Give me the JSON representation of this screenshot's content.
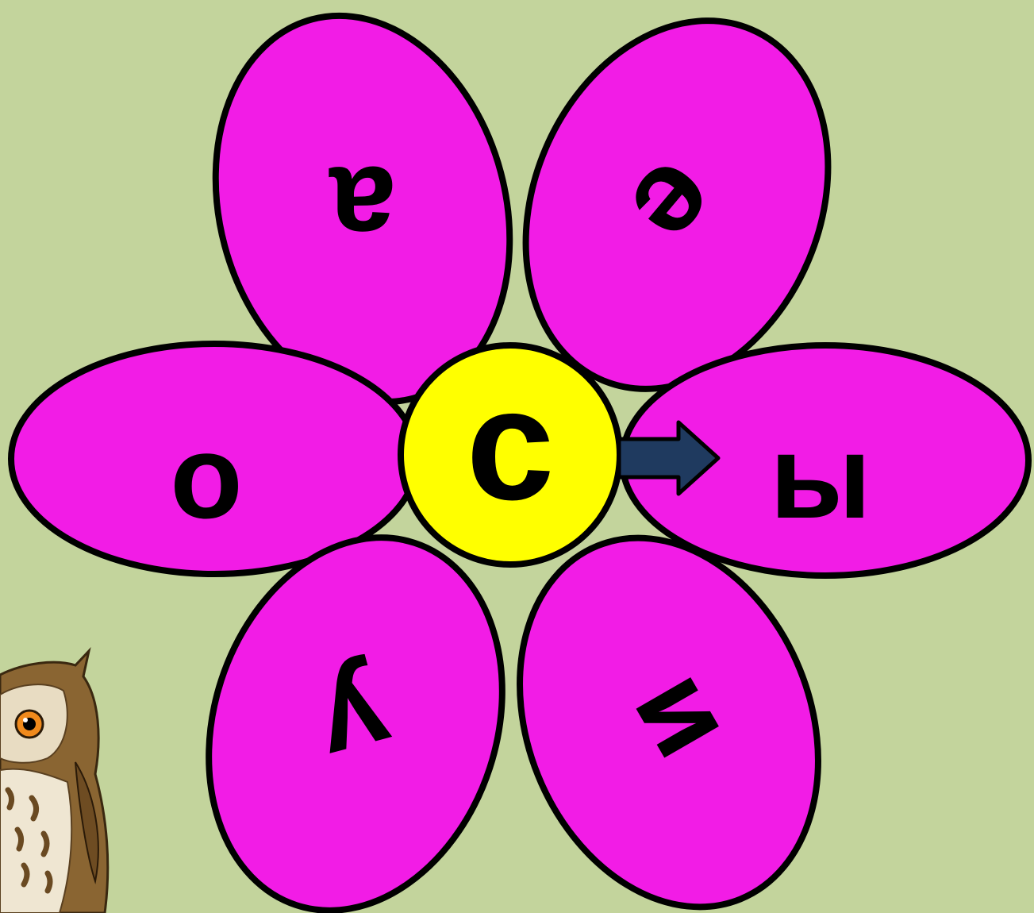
{
  "flower": {
    "center_letter": "с",
    "petals": [
      {
        "id": "top-left",
        "letter": "а"
      },
      {
        "id": "top-right",
        "letter": "е"
      },
      {
        "id": "left",
        "letter": "о"
      },
      {
        "id": "right",
        "letter": "ы"
      },
      {
        "id": "bottom-left",
        "letter": "у"
      },
      {
        "id": "bottom-right",
        "letter": "и"
      }
    ]
  },
  "colors": {
    "background": "#c3d49c",
    "petal": "#f21ce6",
    "center": "#ffff00",
    "arrow": "#1f3a5f",
    "outline": "#000000"
  }
}
